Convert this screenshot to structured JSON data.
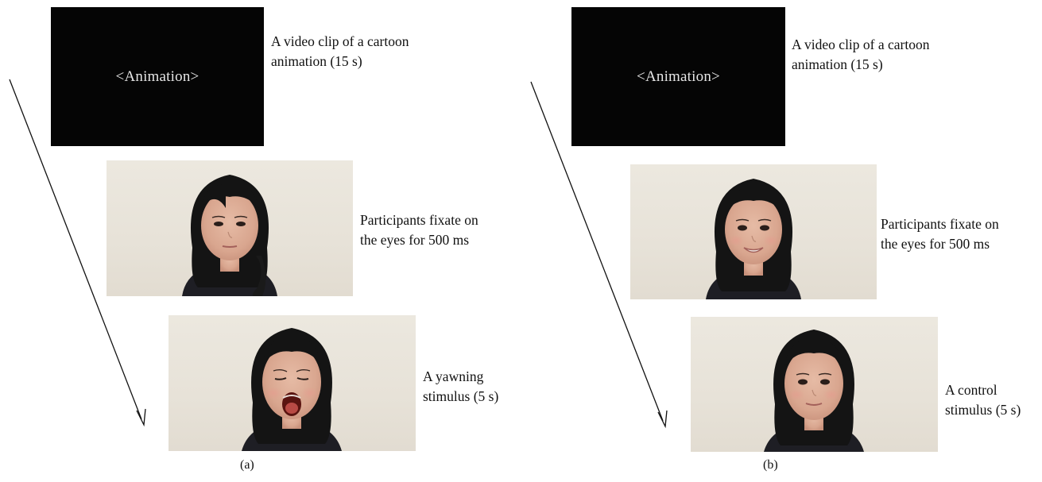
{
  "panels": [
    {
      "label": "(a)",
      "animation_text": "<Animation>",
      "step1_lines": [
        "A video clip of a cartoon",
        "animation (15 s)"
      ],
      "step2_lines": [
        "Participants fixate on",
        "the eyes for 500 ms"
      ],
      "step3_lines": [
        "A yawning",
        "stimulus (5 s)"
      ]
    },
    {
      "label": "(b)",
      "animation_text": "<Animation>",
      "step1_lines": [
        "A video clip of a cartoon",
        "animation (15 s)"
      ],
      "step2_lines": [
        "Participants fixate on",
        "the eyes for 500 ms"
      ],
      "step3_lines": [
        "A control",
        "stimulus (5 s)"
      ]
    }
  ],
  "colors": {
    "background": "#ffffff",
    "animation_frame": "#050505",
    "photo_wall": "#e9e4da",
    "hair": "#141414",
    "skin": "#dcae98"
  },
  "icons": {
    "neutral_face": "neutral-face-photo",
    "yawning_face": "yawning-face-photo",
    "smiling_face": "smiling-face-photo",
    "control_face": "control-face-photo",
    "time_arrow": "arrow-icon"
  }
}
